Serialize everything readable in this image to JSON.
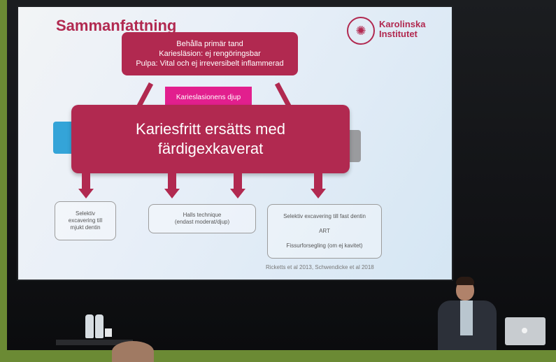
{
  "slide": {
    "title": "Sammanfattning",
    "logo_text_line1": "Karolinska",
    "logo_text_line2": "Institutet",
    "top_box": [
      "Behålla primär tand",
      "Kariesläsion: ej rengöringsbar",
      "Pulpa: Vital och ej irreversibelt inflammerad"
    ],
    "depth_label": "Karieslasionens djup",
    "main_box": [
      "Kariesfritt ersätts med",
      "färdigexkaverat"
    ],
    "options": {
      "opt1": [
        "Selektiv",
        "excavering till",
        "mjukt dentin"
      ],
      "opt2": [
        "Halls technique",
        "(endast moderat/djup)"
      ],
      "opt3": [
        "Selektiv excavering till fast dentin",
        "ART",
        "Fissurforsegling (om ej kavitet)"
      ]
    },
    "citation": "Ricketts et al 2013, Schwendicke et al 2018"
  },
  "colors": {
    "brand": "#b12950",
    "magenta": "#e21f8e",
    "blue_side": "#34a4d8",
    "gray_side": "#9a9b9e",
    "background": "#6b8a34"
  },
  "icons": {
    "ki_seal": "ki-seal-icon"
  }
}
